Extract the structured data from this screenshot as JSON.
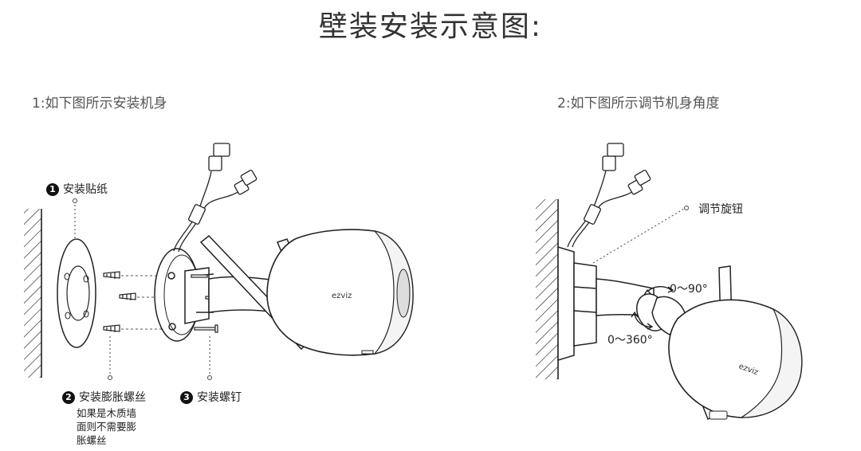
{
  "title": "壁装安装示意图:",
  "step1": {
    "caption": "1:如下图所示安装机身"
  },
  "step2": {
    "caption": "2:如下图所示调节机身角度"
  },
  "callouts": {
    "sticker": {
      "num": "1",
      "label": "安装贴纸"
    },
    "anchor": {
      "num": "2",
      "label": "安装膨胀螺丝",
      "note_lines": [
        "如果是木质墙",
        "面则不需要膨",
        "胀螺丝"
      ]
    },
    "screw": {
      "num": "3",
      "label": "安装螺钉"
    },
    "knob": {
      "label": "调节旋钮"
    }
  },
  "angles": {
    "tilt": "0～90°",
    "rotate": "0～360°"
  },
  "brand": "ezviz"
}
